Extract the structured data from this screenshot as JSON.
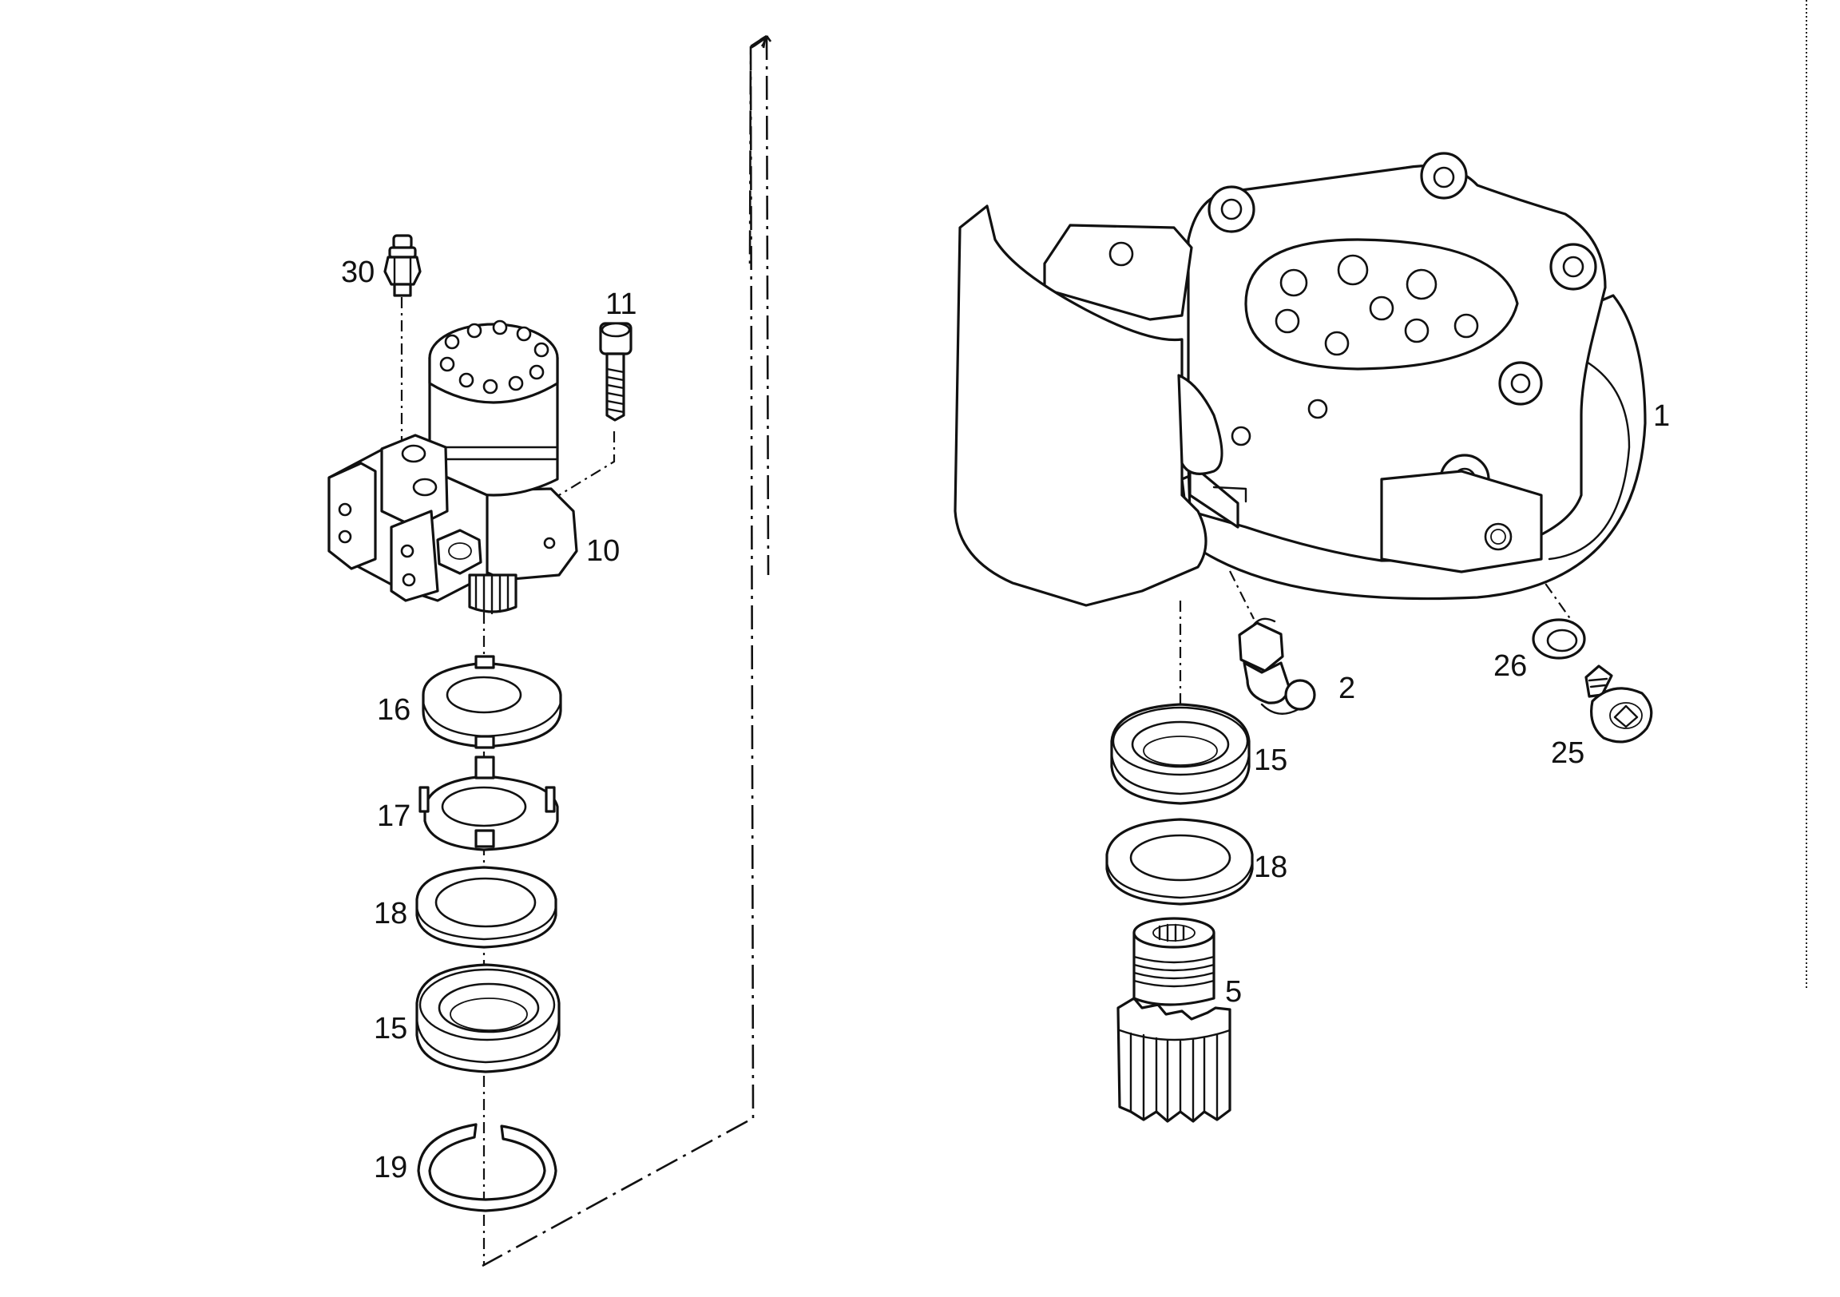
{
  "diagram": {
    "callouts": {
      "c1": "1",
      "c2": "2",
      "c5": "5",
      "c10": "10",
      "c11": "11",
      "c15a": "15",
      "c15b": "15",
      "c16": "16",
      "c17": "17",
      "c18a": "18",
      "c18b": "18",
      "c19": "19",
      "c25": "25",
      "c26": "26",
      "c30": "30"
    }
  }
}
